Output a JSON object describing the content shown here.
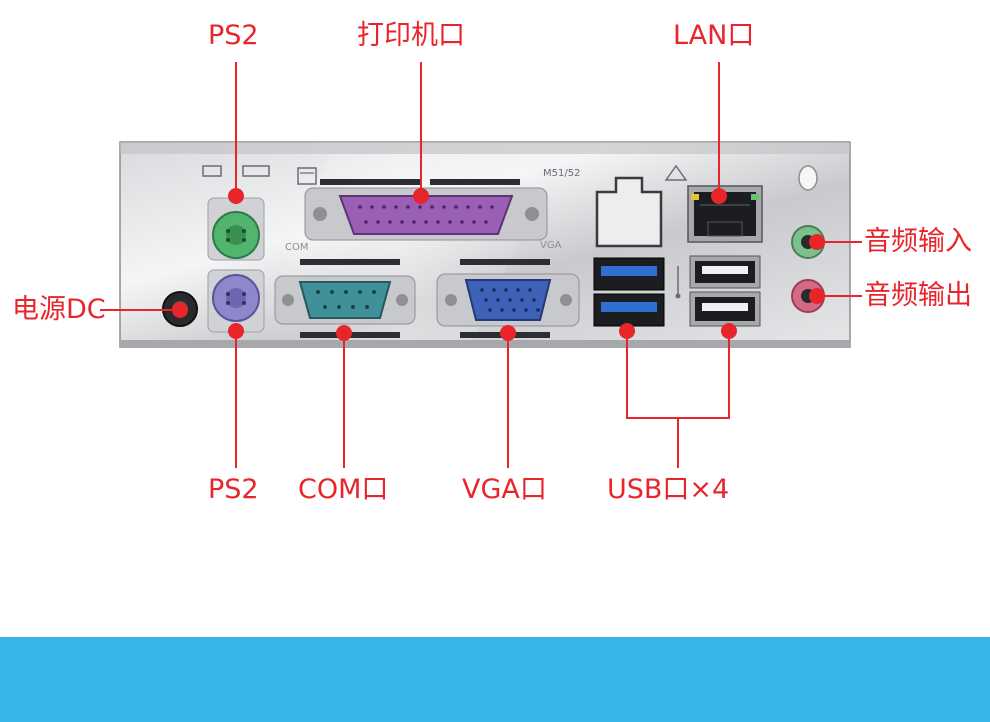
{
  "labels": {
    "ps2_top": "PS2",
    "printer_port": "打印机口",
    "lan_port": "LAN口",
    "audio_in": "音频输入",
    "audio_out": "音频输出",
    "power_dc": "电源DC",
    "ps2_bottom": "PS2",
    "com_port": "COM口",
    "vga_port": "VGA口",
    "usb_ports": "USB口×4"
  },
  "panel_marks": {
    "model_text": "M51/52",
    "vga_text": "VGA",
    "com_text": "COM"
  },
  "colors": {
    "label_red": "#e8252a",
    "band_blue": "#36b6e7",
    "ps2_green": "#52b56e",
    "ps2_purple": "#8f86cc",
    "parallel_purple": "#9a5fb4",
    "com_teal": "#3f9098",
    "vga_blue": "#3d62b8",
    "usb3_blue": "#2f6fd0",
    "audio_green": "#7cc08c",
    "audio_pink": "#d66a86"
  }
}
